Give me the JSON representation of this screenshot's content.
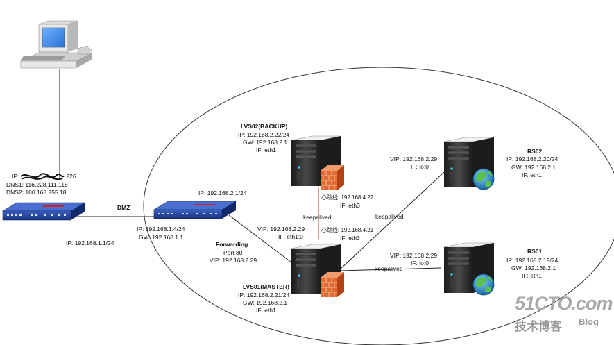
{
  "client": {
    "ip_label": "IP:",
    "ip_trailing": ".226",
    "dns1": "DNS1: 116.228.111.118",
    "dns2": "DNS2: 180.168.255.18"
  },
  "router1": {
    "ip": "IP: 192.168.1.1/24"
  },
  "dmz_label": "DMZ",
  "router2": {
    "ip_top": "IP: 192.168.2.1/24",
    "ip": "IP: 192.168.1.4/24",
    "gw": "GW: 192.168.1.1",
    "forwarding_title": "Forwarding",
    "forwarding_port": "Port 80",
    "forwarding_vip": "VIP: 192.168.2.29"
  },
  "lvs02": {
    "title": "LVS02(BACKUP)",
    "ip": "IP: 192.168.2.22/24",
    "gw": "GW: 192.168.2.1",
    "if": "IF: eth1",
    "heartbeat": "心跳线: 192.168.4.22",
    "heartbeat_if": "IF: eth3"
  },
  "lvs01": {
    "title": "LVS01(MASTER)",
    "ip": "IP: 192.168.2.21/24",
    "gw": "GW: 192.168.2.1",
    "if": "IF: eth1",
    "vip": "VIP: 192.168.2.29",
    "vip_if": "IF: eth1:0",
    "heartbeat": "心跳线: 192.168.4.21",
    "heartbeat_if": "IF: eth3"
  },
  "keepalived_labels": [
    "keepalived",
    "keepalived",
    "keepalived"
  ],
  "rs02": {
    "title": "RS02",
    "ip": "IP: 192.168.2.20/24",
    "gw": "GW: 192.168.2.1",
    "if": "IF:   eth1",
    "vip": "VIP: 192.168.2.29",
    "vip_if": "IF: lo:0"
  },
  "rs01": {
    "title": "RS01",
    "ip": "IP: 192.168.2.19/24",
    "gw": "GW: 192.168.2.1",
    "if": "IF: eth1",
    "vip": "VIP: 192.168.2.29",
    "vip_if": "IF: lo:0"
  },
  "watermark": {
    "site": "51CTO.com",
    "sub": "技术博客",
    "blog": "Blog"
  },
  "colors": {
    "link": "#222222",
    "heartbeat_link": "#c0392b",
    "router_body": "#1d3a8a",
    "server_body": "#2b2b2b",
    "firewall": "#d9531e",
    "globe_ocean": "#1f8fd6",
    "globe_land": "#5cb85c",
    "watermark": "#9a9a9a"
  }
}
